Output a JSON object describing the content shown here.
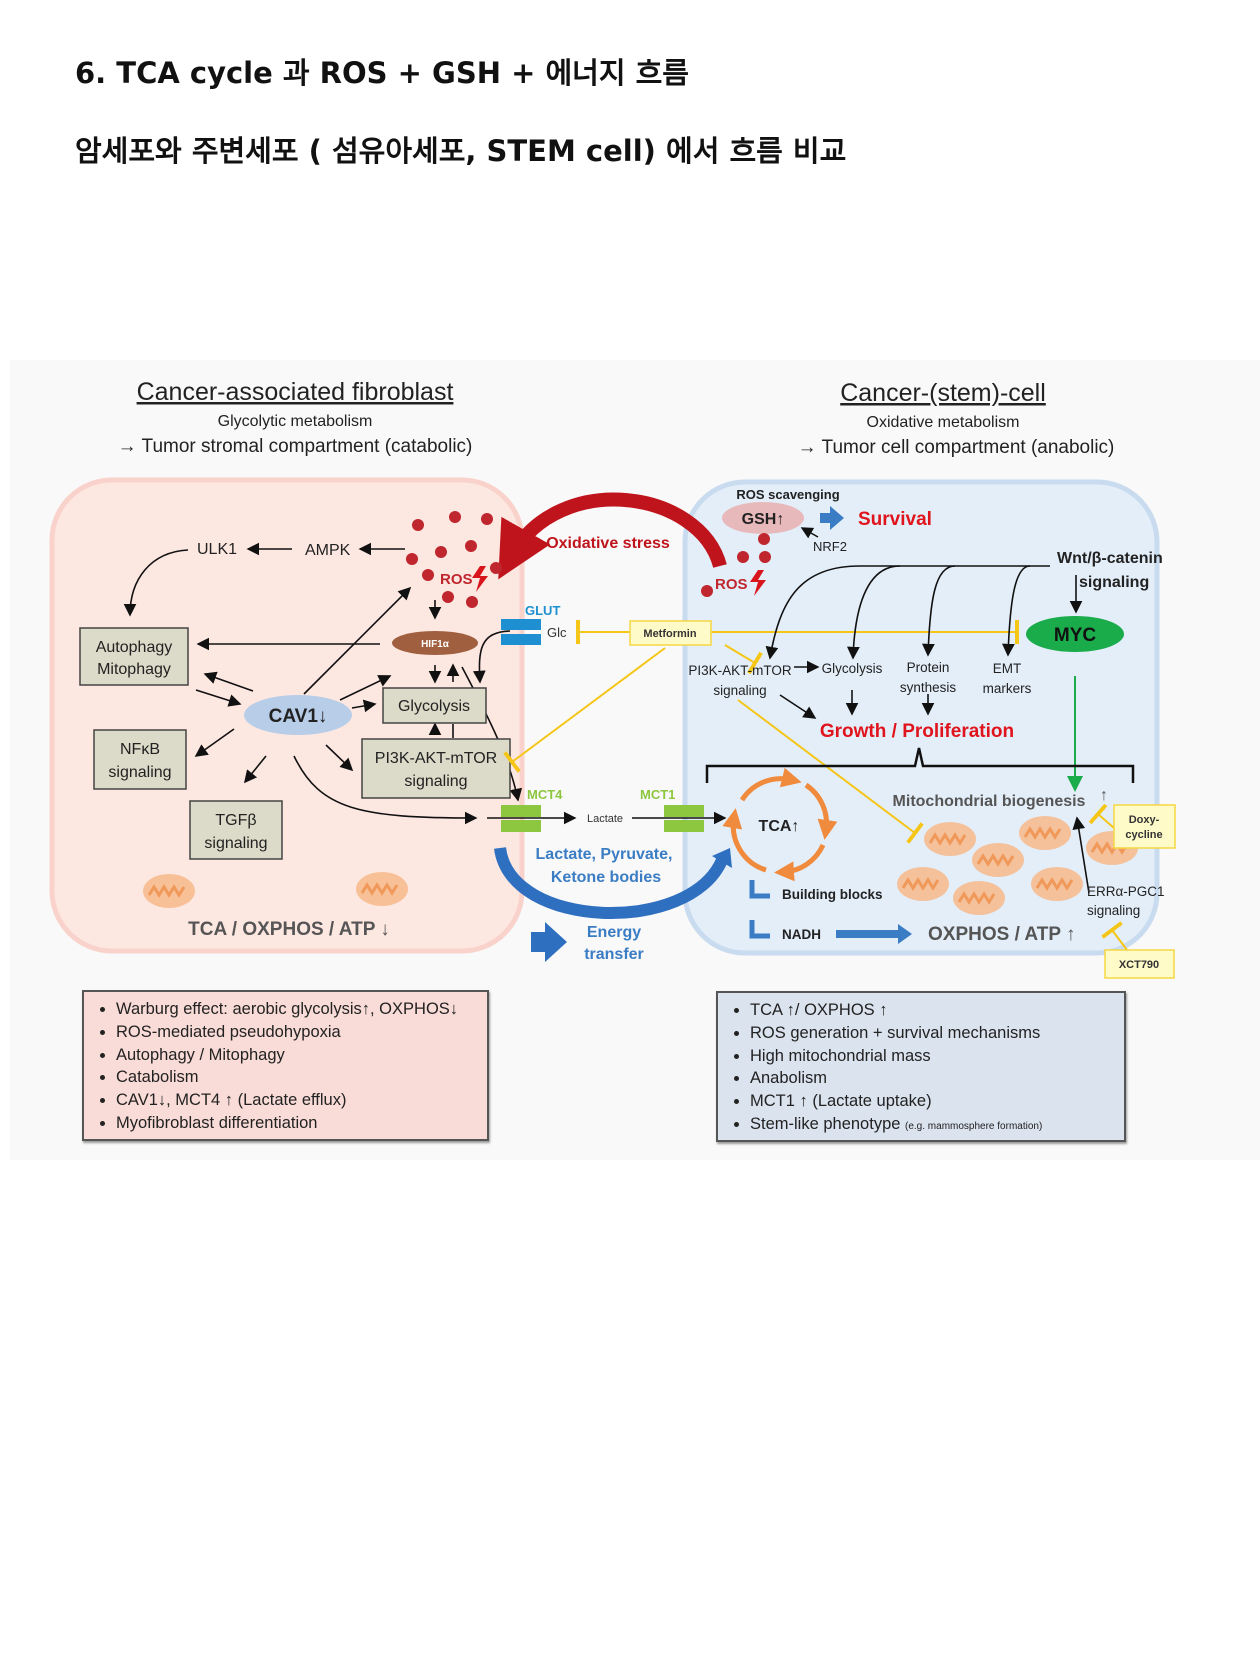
{
  "title_line1": "6. TCA cycle 과  ROS  +   GSH +  에너지 흐름",
  "title_line2": "암세포와 주변세포 ( 섬유아세포, STEM cell)  에서 흐름 비교",
  "left": {
    "heading": "Cancer-associated fibroblast",
    "subtitle": "Glycolytic metabolism",
    "compartment": "→ Tumor stromal compartment (catabolic)",
    "ulk1": "ULK1",
    "ampk": "AMPK",
    "ros": "ROS",
    "hif": "HIF1α",
    "autophagy": [
      "Autophagy",
      "Mitophagy"
    ],
    "cav1": "CAV1↓",
    "glycolysis": "Glycolysis",
    "pi3k": [
      "PI3K-AKT-mTOR",
      "signaling"
    ],
    "nfkb": [
      "NFκB",
      "signaling"
    ],
    "tgfb": [
      "TGFβ",
      "signaling"
    ],
    "tca": "TCA / OXPHOS / ATP ↓"
  },
  "middle": {
    "oxidative_stress": "Oxidative stress",
    "glut": "GLUT",
    "glc": "Glc",
    "metformin": "Metformin",
    "mct4": "MCT4",
    "mct1": "MCT1",
    "lactate": "Lactate",
    "metabolites": [
      "Lactate, Pyruvate,",
      "Ketone bodies"
    ],
    "energy": [
      "Energy",
      "transfer"
    ]
  },
  "right": {
    "heading": "Cancer-(stem)-cell",
    "subtitle": "Oxidative metabolism",
    "compartment": "→ Tumor cell compartment (anabolic)",
    "ros_scavenging": "ROS scavenging",
    "gsh": "GSH↑",
    "survival": "Survival",
    "nrf2": "NRF2",
    "ros": "ROS",
    "wnt": [
      "Wnt/β-catenin",
      "signaling"
    ],
    "myc": "MYC",
    "pi3k": [
      "PI3K-AKT-mTOR",
      "signaling"
    ],
    "glycolysis": "Glycolysis",
    "protein": [
      "Protein",
      "synthesis"
    ],
    "emt": [
      "EMT",
      "markers"
    ],
    "growth": "Growth / Proliferation",
    "mito_biogenesis": "Mitochondrial biogenesis",
    "up": "↑",
    "doxy": [
      "Doxy-",
      "cycline"
    ],
    "tca": "TCA↑",
    "building_blocks": "Building blocks",
    "nadh": "NADH",
    "oxphos": "OXPHOS / ATP ↑",
    "err": [
      "ERRα-PGC1",
      "signaling"
    ],
    "xct": "XCT790"
  },
  "summary_left": [
    "Warburg effect: aerobic glycolysis↑, OXPHOS↓",
    "ROS-mediated pseudohypoxia",
    "Autophagy / Mitophagy",
    "Catabolism",
    "CAV1↓, MCT4 ↑  (Lactate efflux)",
    "Myofibroblast differentiation"
  ],
  "summary_right": [
    "TCA ↑/ OXPHOS ↑",
    "ROS generation + survival mechanisms",
    "High mitochondrial mass",
    "Anabolism",
    "MCT1 ↑  (Lactate uptake)",
    "Stem-like phenotype"
  ],
  "summary_right_note": "(e.g. mammosphere formation)",
  "colors": {
    "ros_red": "#c0262d",
    "cav1": "#b7cde8",
    "myc": "#1aab4b",
    "yellow": "#f5c518",
    "blue": "#3b7dc4",
    "mct_green": "#8dc63f",
    "glut_blue": "#1e8fd0"
  }
}
